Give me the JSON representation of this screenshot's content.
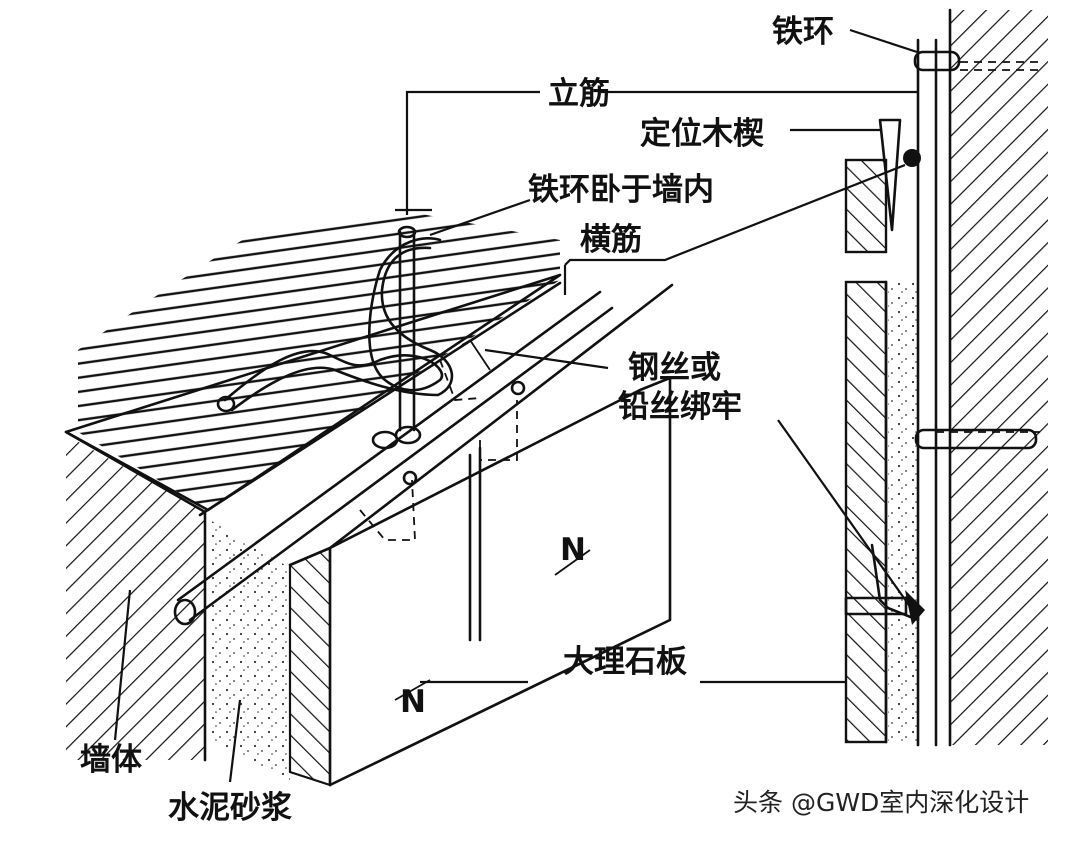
{
  "labels": {
    "iron_ring": "铁环",
    "vertical_bar": "立筋",
    "wood_wedge": "定位木楔",
    "ring_in_wall": "铁环卧于墙内",
    "horizontal_bar": "横筋",
    "wire_line1": "钢丝或",
    "wire_line2": "铅丝绑牢",
    "marble_slab": "大理石板",
    "wall_body": "墙体",
    "cement_mortar": "水泥砂浆",
    "section_mark_1": "N",
    "section_mark_2": "N"
  },
  "watermark": "头条 @GWD室内深化设计"
}
